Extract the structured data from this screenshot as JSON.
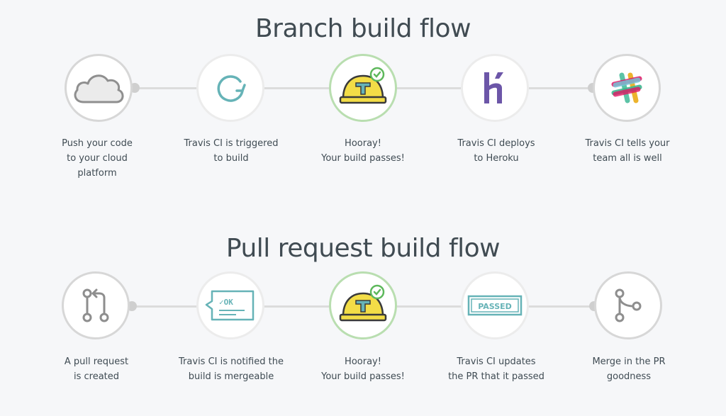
{
  "branch_flow": {
    "title": "Branch build flow",
    "steps": [
      {
        "icon": "cloud-icon",
        "lines": [
          "Push your code",
          "to your cloud",
          "platform"
        ]
      },
      {
        "icon": "refresh-icon",
        "lines": [
          "Travis CI is triggered",
          "to build"
        ]
      },
      {
        "icon": "hardhat-icon",
        "lines": [
          "Hooray!",
          "Your build passes!"
        ]
      },
      {
        "icon": "heroku-icon",
        "lines": [
          "Travis CI deploys",
          "to Heroku"
        ]
      },
      {
        "icon": "slack-icon",
        "lines": [
          "Travis CI tells your",
          "team all is well"
        ]
      }
    ]
  },
  "pr_flow": {
    "title": "Pull request build flow",
    "steps": [
      {
        "icon": "pull-request-icon",
        "lines": [
          "A pull request",
          "is created"
        ]
      },
      {
        "icon": "ok-message-icon",
        "badge": "✓OK",
        "lines": [
          "Travis CI is notified the",
          "build is mergeable"
        ]
      },
      {
        "icon": "hardhat-icon",
        "lines": [
          "Hooray!",
          "Your build passes!"
        ]
      },
      {
        "icon": "passed-badge-icon",
        "badge": "PASSED",
        "lines": [
          "Travis CI updates",
          "the PR that it passed"
        ]
      },
      {
        "icon": "merge-icon",
        "lines": [
          "Merge in the PR",
          "goodness"
        ]
      }
    ]
  },
  "colors": {
    "teal": "#66b3b7",
    "green_ring": "#b9deb0",
    "gray_ring": "#d7d7d7",
    "heroku_purple": "#6c56a8",
    "hardhat_yellow": "#f3dd47",
    "check_green": "#5db85b"
  }
}
